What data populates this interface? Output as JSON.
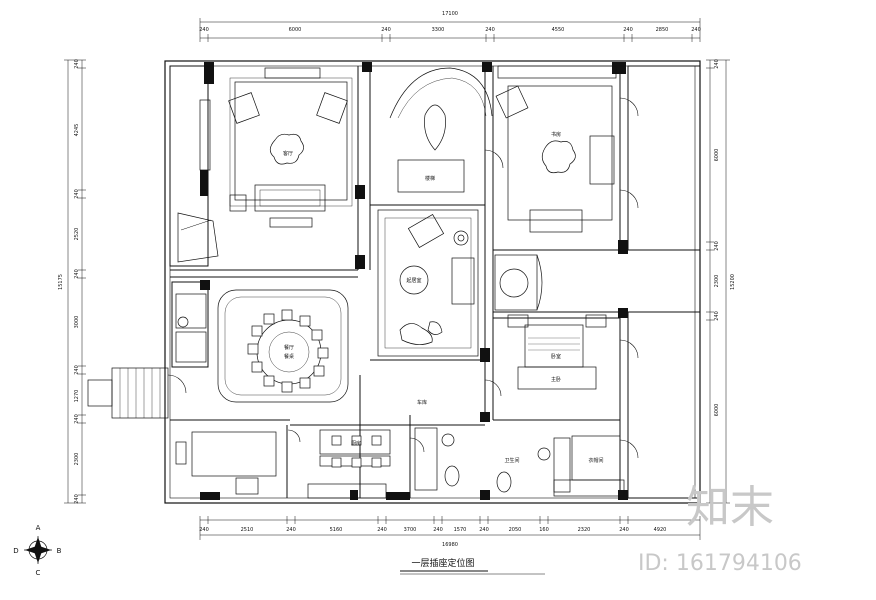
{
  "title": "一层插座定位图",
  "dimensions": {
    "top_total": "17100",
    "top": [
      "240",
      "6000",
      "240",
      "3300",
      "240",
      "4550",
      "240",
      "2850",
      "240"
    ],
    "bottom": [
      "240",
      "2510",
      "240",
      "5160",
      "240",
      "3700",
      "240",
      "1570",
      "240",
      "2050",
      "160",
      "2320",
      "240",
      "4920"
    ],
    "bottom_total": "16980",
    "left": [
      "240",
      "4245",
      "240",
      "2520",
      "240",
      "3000",
      "240",
      "1270",
      "240",
      "2300",
      "240"
    ],
    "left_total": "15175",
    "right": [
      "240",
      "6000",
      "240",
      "2300",
      "240",
      "6000"
    ],
    "right_total": "15200"
  },
  "rooms": {
    "living": "客厅",
    "study": "书房",
    "stair": "楼梯",
    "lounge": "起居室",
    "dining": "餐厅",
    "bedroom": "卧室",
    "kitchen": "厨房",
    "bath": "卫生间",
    "cloak": "衣帽间",
    "garage": "车库",
    "dining_table": "餐桌",
    "bed": "主卧"
  },
  "compass": {
    "a": "A",
    "b": "B",
    "c": "C",
    "d": "D"
  },
  "watermark": {
    "brand": "知末",
    "id": "ID: 161794106"
  }
}
